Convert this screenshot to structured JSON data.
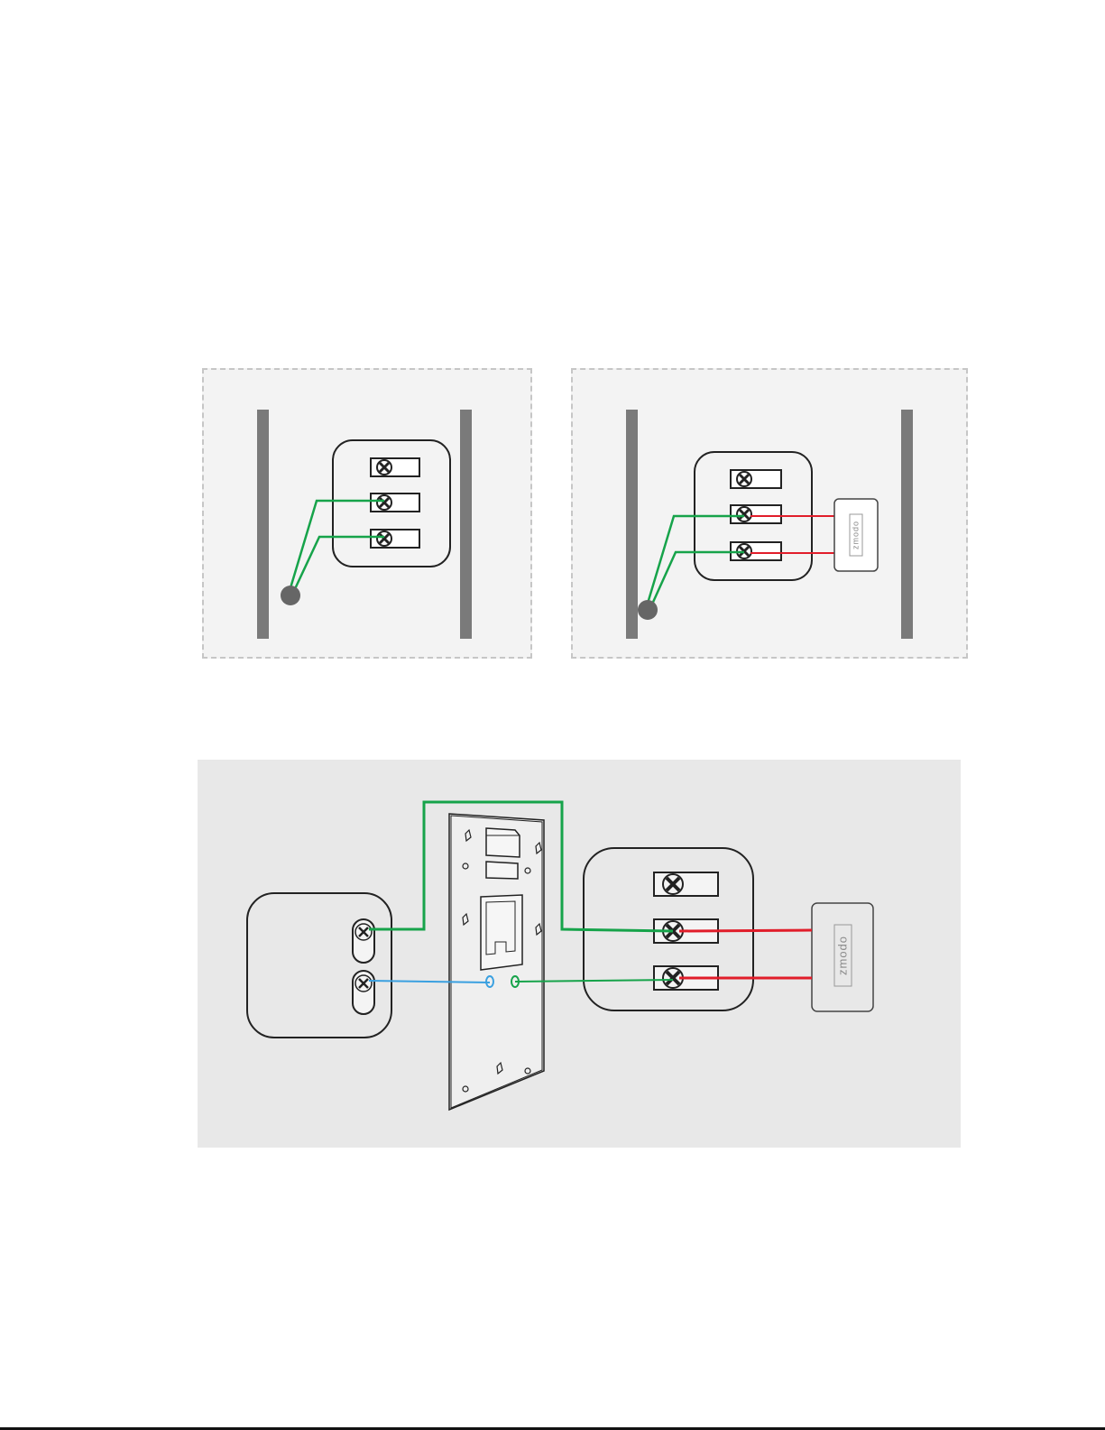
{
  "colors": {
    "wire_green": "#16a34a",
    "wire_red": "#e11d2a",
    "wire_blue": "#3aa0e0",
    "stroke": "#222222",
    "pole": "#7a7a7a"
  },
  "diagrams": {
    "before": {
      "icon": "chime-transformer-terminals"
    },
    "after": {
      "icon": "chime-terminals-with-adapter",
      "adapter_label": "zmodo"
    },
    "detail": {
      "icon": "doorbell-wiring-detail",
      "adapter_label": "zmodo"
    }
  }
}
